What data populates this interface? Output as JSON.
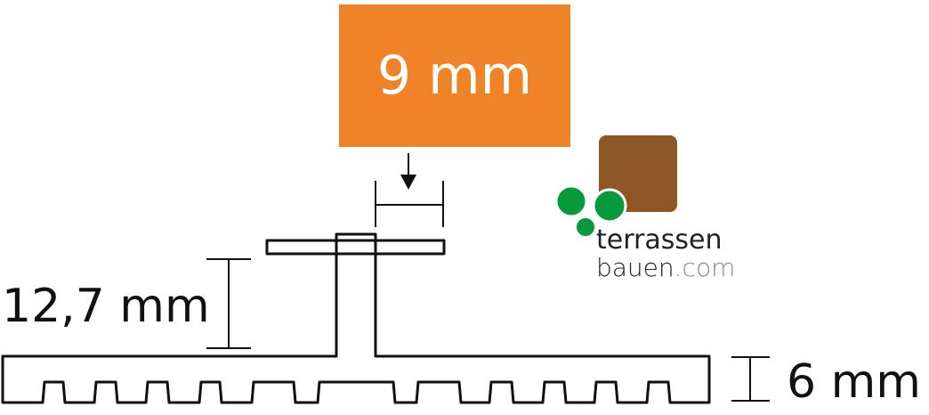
{
  "badge": {
    "label": "9 mm",
    "color": "#F08228"
  },
  "dimensions": {
    "height_label": "12,7 mm",
    "thickness_label": "6 mm"
  },
  "logo": {
    "line1": "terrassen",
    "line2": "bauen",
    "suffix": ".com",
    "brown": "#8E5826",
    "green": "#079A3C"
  }
}
